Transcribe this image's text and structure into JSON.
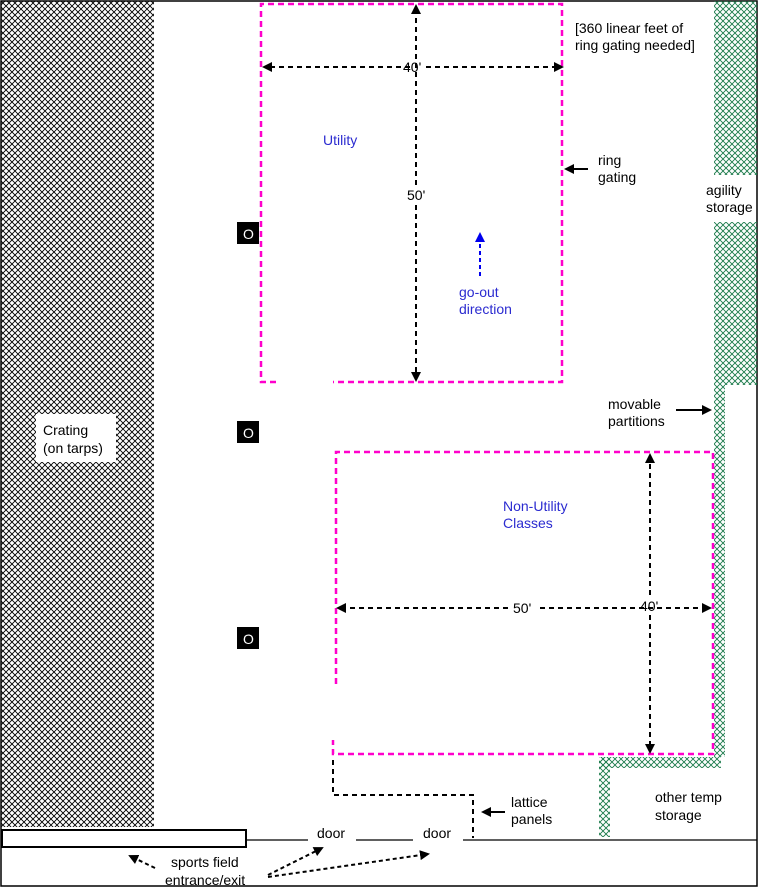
{
  "colors": {
    "ring_gating": "#ff00cc",
    "lattice": "#1a7a4a",
    "crating_hatch": "#000000",
    "ring_label": "#2b2bd0",
    "go_out_arrow": "#0000ee",
    "outline": "#000000"
  },
  "rings": {
    "utility": {
      "label": "Utility",
      "width_label": "40'",
      "length_label": "50'",
      "go_out_label_1": "go-out",
      "go_out_label_2": "direction"
    },
    "non_utility": {
      "label_1": "Non-Utility",
      "label_2": "Classes",
      "width_label": "50'",
      "length_label": "40'"
    }
  },
  "notes": {
    "gating_needed_1": "[360 linear feet of",
    "gating_needed_2": "ring gating needed]",
    "ring_gating_1": "ring",
    "ring_gating_2": "gating",
    "agility_storage_1": "agility",
    "agility_storage_2": "storage",
    "movable_partitions_1": "movable",
    "movable_partitions_2": "partitions",
    "crating_1": "Crating",
    "crating_2": "(on tarps)",
    "lattice_panels_1": "lattice",
    "lattice_panels_2": "panels",
    "other_storage_1": "other temp",
    "other_storage_2": "storage",
    "door_1": "door",
    "door_2": "door",
    "entrance_1": "sports field",
    "entrance_2": "entrance/exit"
  },
  "markers": [
    {
      "label": "O"
    },
    {
      "label": "O"
    },
    {
      "label": "O"
    }
  ]
}
